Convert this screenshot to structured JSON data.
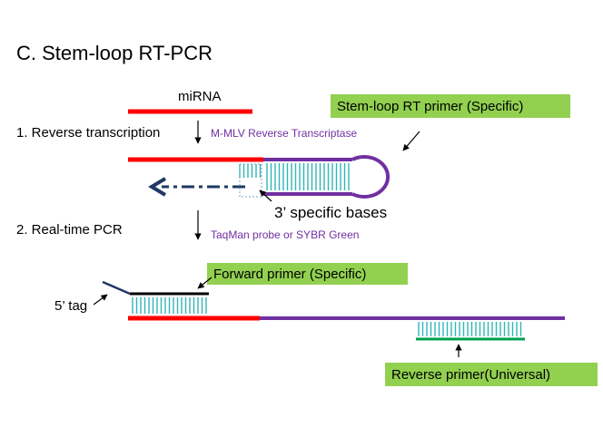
{
  "title": "C. Stem-loop RT-PCR",
  "labels": {
    "mirna": "miRNA",
    "step1": "1. Reverse transcription",
    "enzyme": "M-MLV Reverse Transcriptase",
    "specific_bases": "3’ specific bases",
    "step2": "2. Real-time PCR",
    "detection": "TaqMan probe or  SYBR Green",
    "tag": "5’ tag"
  },
  "boxes": {
    "stem_loop_primer": "Stem-loop  RT primer  (Specific)",
    "forward_primer": "Forward primer  (Specific)",
    "reverse_primer": "Reverse primer(Universal)"
  },
  "colors": {
    "mirna": "#ff0000",
    "primer": "#7030a0",
    "teeth": "#31b6b6",
    "cdna_arrow": "#1f3864",
    "box_fill": "#92d050",
    "forward_tag": "#1f3864",
    "reverse_bar": "#00a050"
  }
}
